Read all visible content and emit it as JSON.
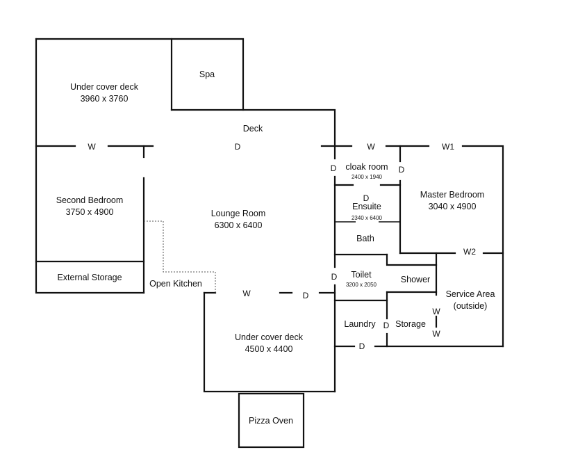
{
  "rooms": {
    "under_cover_deck_top": {
      "name": "Under cover deck",
      "dims": "3960 x 3760"
    },
    "spa": {
      "name": "Spa"
    },
    "deck": {
      "name": "Deck"
    },
    "second_bedroom": {
      "name": "Second Bedroom",
      "dims": "3750 x 4900"
    },
    "lounge_room": {
      "name": "Lounge Room",
      "dims": "6300 x 6400"
    },
    "external_storage": {
      "name": "External Storage"
    },
    "open_kitchen": {
      "name": "Open Kitchen"
    },
    "cloak_room": {
      "name": "cloak room",
      "dims": "2400 x 1940"
    },
    "ensuite": {
      "name": "Ensuite",
      "dims": "2340 x 6400"
    },
    "bath": {
      "name": "Bath"
    },
    "master_bedroom": {
      "name": "Master Bedroom",
      "dims": "3040 x 4900"
    },
    "toilet": {
      "name": "Toilet",
      "dims": "3200 x 2050"
    },
    "shower": {
      "name": "Shower"
    },
    "service_area": {
      "name": "Service Area",
      "note": "(outside)"
    },
    "laundry": {
      "name": "Laundry"
    },
    "storage": {
      "name": "Storage"
    },
    "under_cover_deck_bottom": {
      "name": "Under cover deck",
      "dims": "4500 x 4400"
    },
    "pizza_oven": {
      "name": "Pizza Oven"
    }
  },
  "markers": {
    "door": "D",
    "window": "W",
    "window_1": "W1",
    "window_2": "W2"
  }
}
